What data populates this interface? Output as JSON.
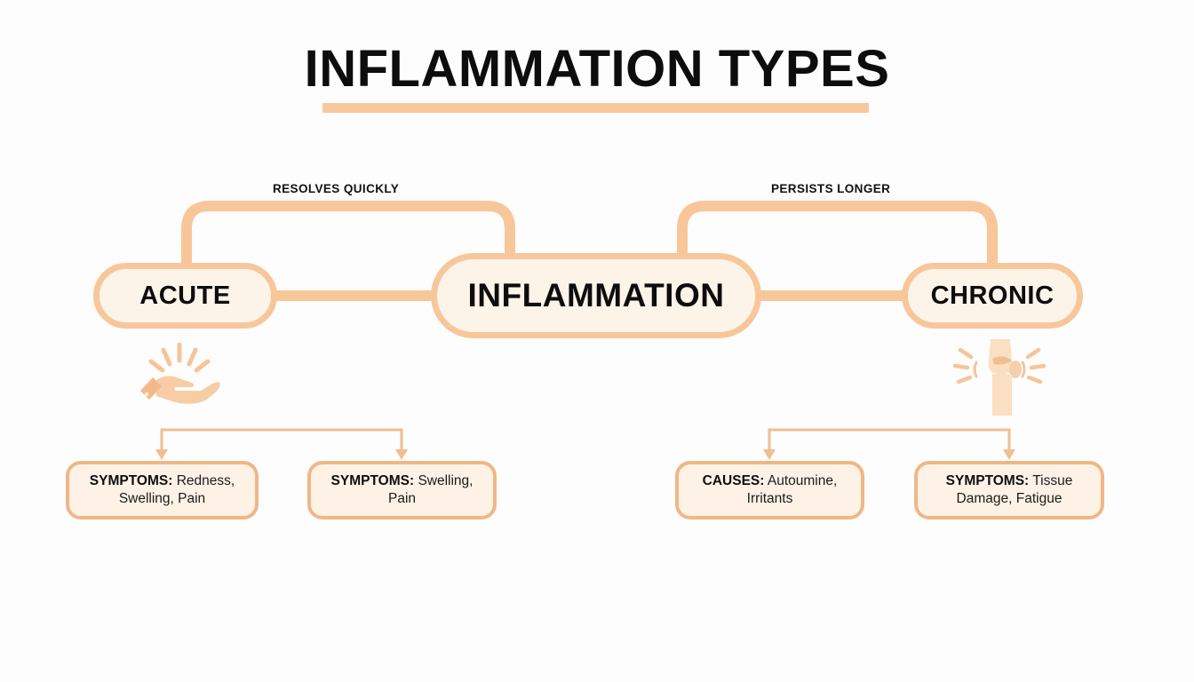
{
  "page": {
    "title": "INFLAMMATION TYPES",
    "background_color": "#FDFDFD",
    "accent_color": "#F7C79A",
    "accent_dark_color": "#EFB787",
    "card_fill_color": "#FDF2E5",
    "node_fill_color": "#FDF4E9",
    "text_color": "#0D0D0D"
  },
  "diagram": {
    "center_node": {
      "label": "INFLAMMATION"
    },
    "branches": [
      {
        "id": "acute",
        "node_label": "ACUTE",
        "connector_label": "RESOLVES QUICKLY",
        "icon": "hand-pain-icon",
        "cards": [
          {
            "heading": "SYMPTOMS:",
            "body": "Redness, Swelling, Pain"
          },
          {
            "heading": "SYMPTOMS:",
            "body": "Swelling, Pain"
          }
        ]
      },
      {
        "id": "chronic",
        "node_label": "CHRONIC",
        "connector_label": "PERSISTS LONGER",
        "icon": "knee-joint-pain-icon",
        "cards": [
          {
            "heading": "CAUSES:",
            "body": "Autoumine, Irritants"
          },
          {
            "heading": "SYMPTOMS:",
            "body": "Tissue Damage, Fatigue"
          }
        ]
      }
    ]
  }
}
